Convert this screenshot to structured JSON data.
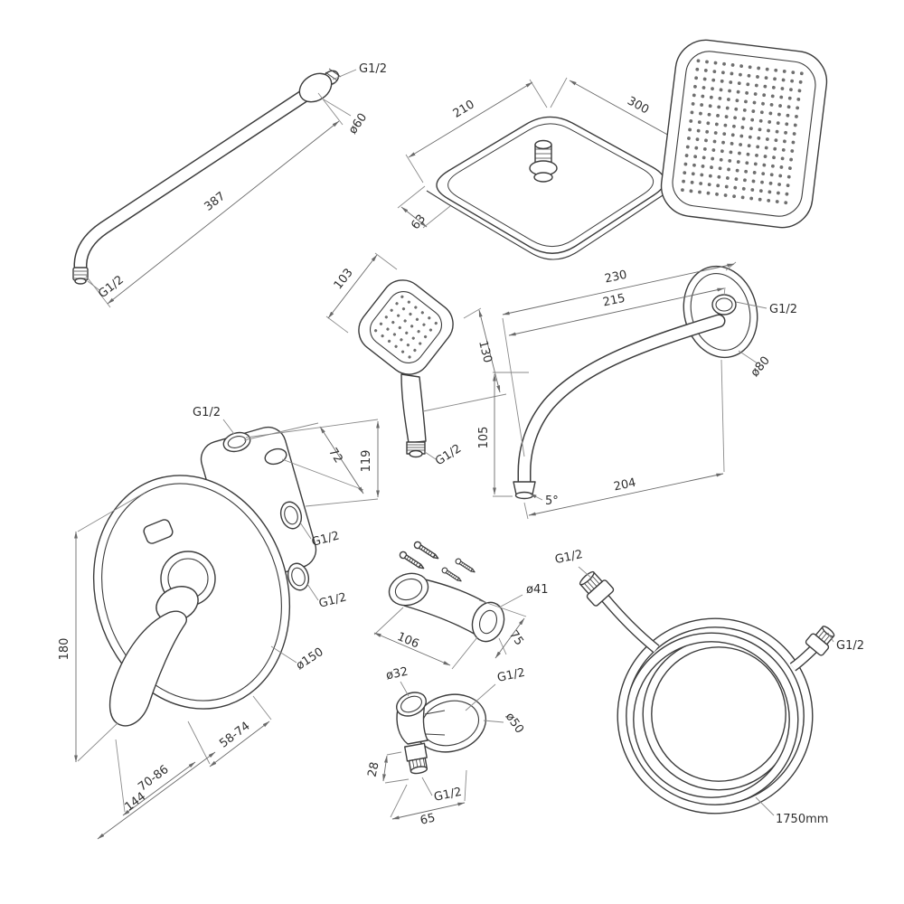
{
  "shower_arm": {
    "length": "387",
    "thread_wall": "G1/2",
    "flange_dia": "ø60",
    "thread_end": "G1/2"
  },
  "overhead_shower": {
    "width": "210",
    "depth": "300",
    "height": "63"
  },
  "hand_shower": {
    "width": "103",
    "height": "130",
    "thread": "G1/2"
  },
  "wall_spout": {
    "reach_outer": "230",
    "reach": "215",
    "thread": "G1/2",
    "flange_dia": "ø80",
    "drop": "105",
    "length": "204",
    "angle": "5°"
  },
  "mixer_valve": {
    "thread_inlet": "G1/2",
    "port_spacing": "72",
    "body_height": "119",
    "thread_outlet_top": "G1/2",
    "thread_outlet_bottom": "G1/2",
    "plate_dia": "ø150",
    "plate_height": "180",
    "depth_range_a": "58-74",
    "depth_range_b": "70-86",
    "width": "144"
  },
  "holder": {
    "length": "106",
    "depth": "75",
    "dia": "ø41"
  },
  "wall_elbow": {
    "inlet_dia": "ø32",
    "thread_wall": "G1/2",
    "flange_dia": "ø50",
    "height": "28",
    "thread_out": "G1/2",
    "width": "65"
  },
  "hose": {
    "thread_a": "G1/2",
    "thread_b": "G1/2",
    "length": "1750mm"
  }
}
